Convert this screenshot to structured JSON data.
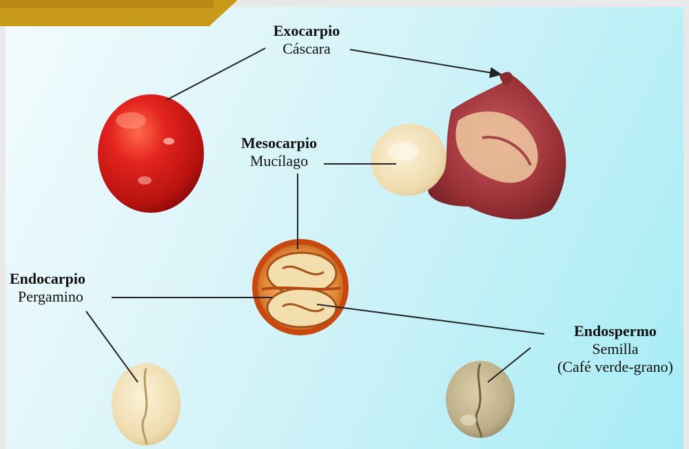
{
  "labels": {
    "exocarpio": {
      "title": "Exocarpio",
      "subtitle": "Cáscara"
    },
    "mesocarpio": {
      "title": "Mesocarpio",
      "subtitle": "Mucílago"
    },
    "endocarpio": {
      "title": "Endocarpio",
      "subtitle": "Pergamino"
    },
    "endospermo": {
      "title": "Endospermo",
      "subtitle": "Semilla",
      "subtitle2": "(Café verde-grano)"
    }
  },
  "colors": {
    "accent_tab": "#c79a1a",
    "cherry_red": "#d8161a",
    "pulp_red": "#8e2a2e",
    "bean_cream": "#f1dfb3",
    "green_bean": "#bdae88",
    "line": "#222222"
  }
}
